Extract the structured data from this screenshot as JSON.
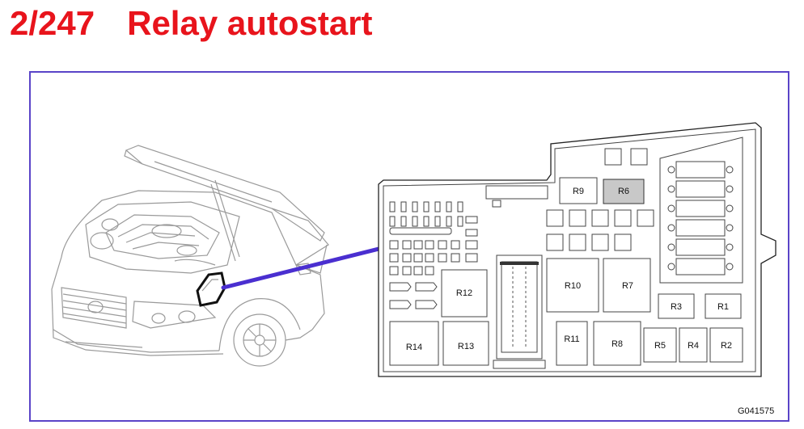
{
  "title": {
    "number": "2/247",
    "text": "Relay autostart"
  },
  "colors": {
    "title": "#e8141c",
    "frame": "#5a44c8",
    "pointer": "#4a2fd0",
    "highlight_relay": "#c8c8c8"
  },
  "relays": {
    "r1": "R1",
    "r2": "R2",
    "r3": "R3",
    "r4": "R4",
    "r5": "R5",
    "r6": "R6",
    "r7": "R7",
    "r8": "R8",
    "r9": "R9",
    "r10": "R10",
    "r11": "R11",
    "r12": "R12",
    "r13": "R13",
    "r14": "R14"
  },
  "highlighted_relay": "R6",
  "image_code": "G041575",
  "icons": {
    "car": "car-front-hood-open-icon",
    "fuse_box": "relay-box-icon"
  }
}
